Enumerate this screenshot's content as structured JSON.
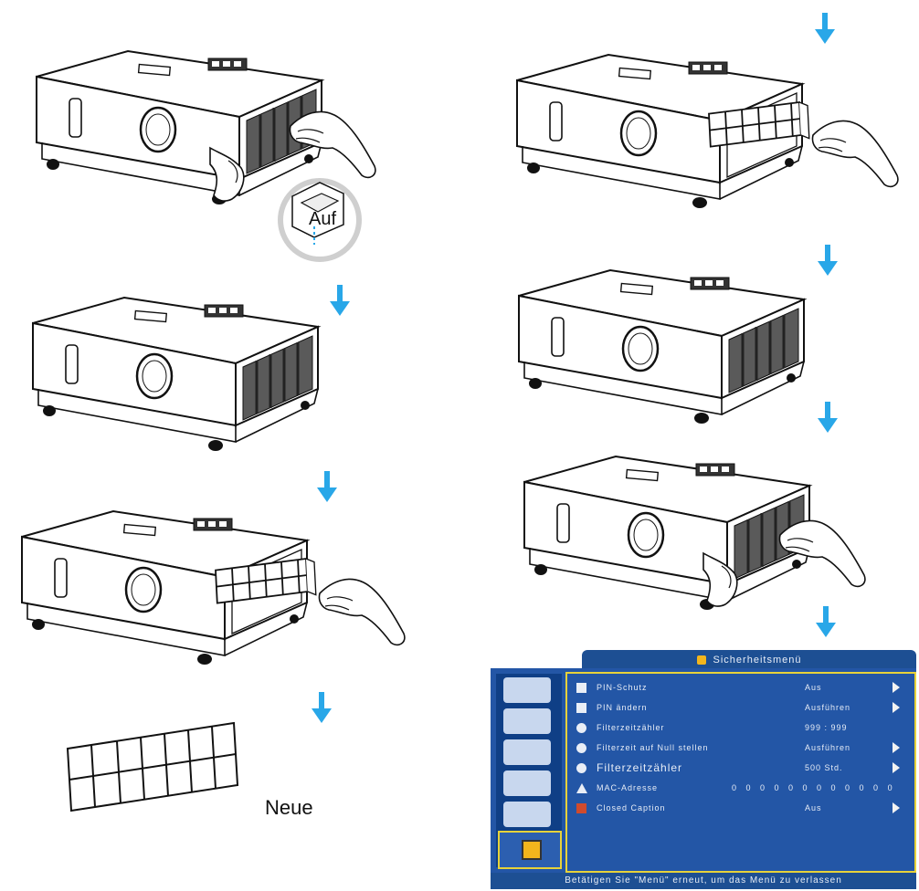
{
  "labels": {
    "open": "Auf",
    "new": "Neue"
  },
  "colors": {
    "arrow": "#29a7e8",
    "line": "#111111",
    "osd_bg": "#2356a6",
    "osd_header": "#1d4f93",
    "highlight": "#e7d23a"
  },
  "osd": {
    "title": "Sicherheitsmenü",
    "rows": [
      {
        "label": "PIN-Schutz",
        "value": "Aus",
        "icon": "square-icon",
        "arrow": true
      },
      {
        "label": "PIN ändern",
        "value": "Ausführen",
        "icon": "square-icon",
        "arrow": true
      },
      {
        "label": "Filterzeitzähler",
        "value": "999 : 999",
        "icon": "dot-icon",
        "arrow": false
      },
      {
        "label": "Filterzeit auf Null stellen",
        "value": "Ausführen",
        "icon": "dot-icon",
        "arrow": true
      },
      {
        "label": "Filterzeitzähler",
        "value": "500 Std.",
        "icon": "dot-icon",
        "arrow": true
      },
      {
        "label": "MAC-Adresse",
        "value": "0 0 0 0 0 0 0 0 0 0 0 0",
        "icon": "warning-icon",
        "arrow": false
      },
      {
        "label": "Closed Caption",
        "value": "Aus",
        "icon": "caption-icon",
        "arrow": true
      }
    ],
    "footer": "Betätigen Sie \"Menü\" erneut, um das Menü zu verlassen"
  }
}
